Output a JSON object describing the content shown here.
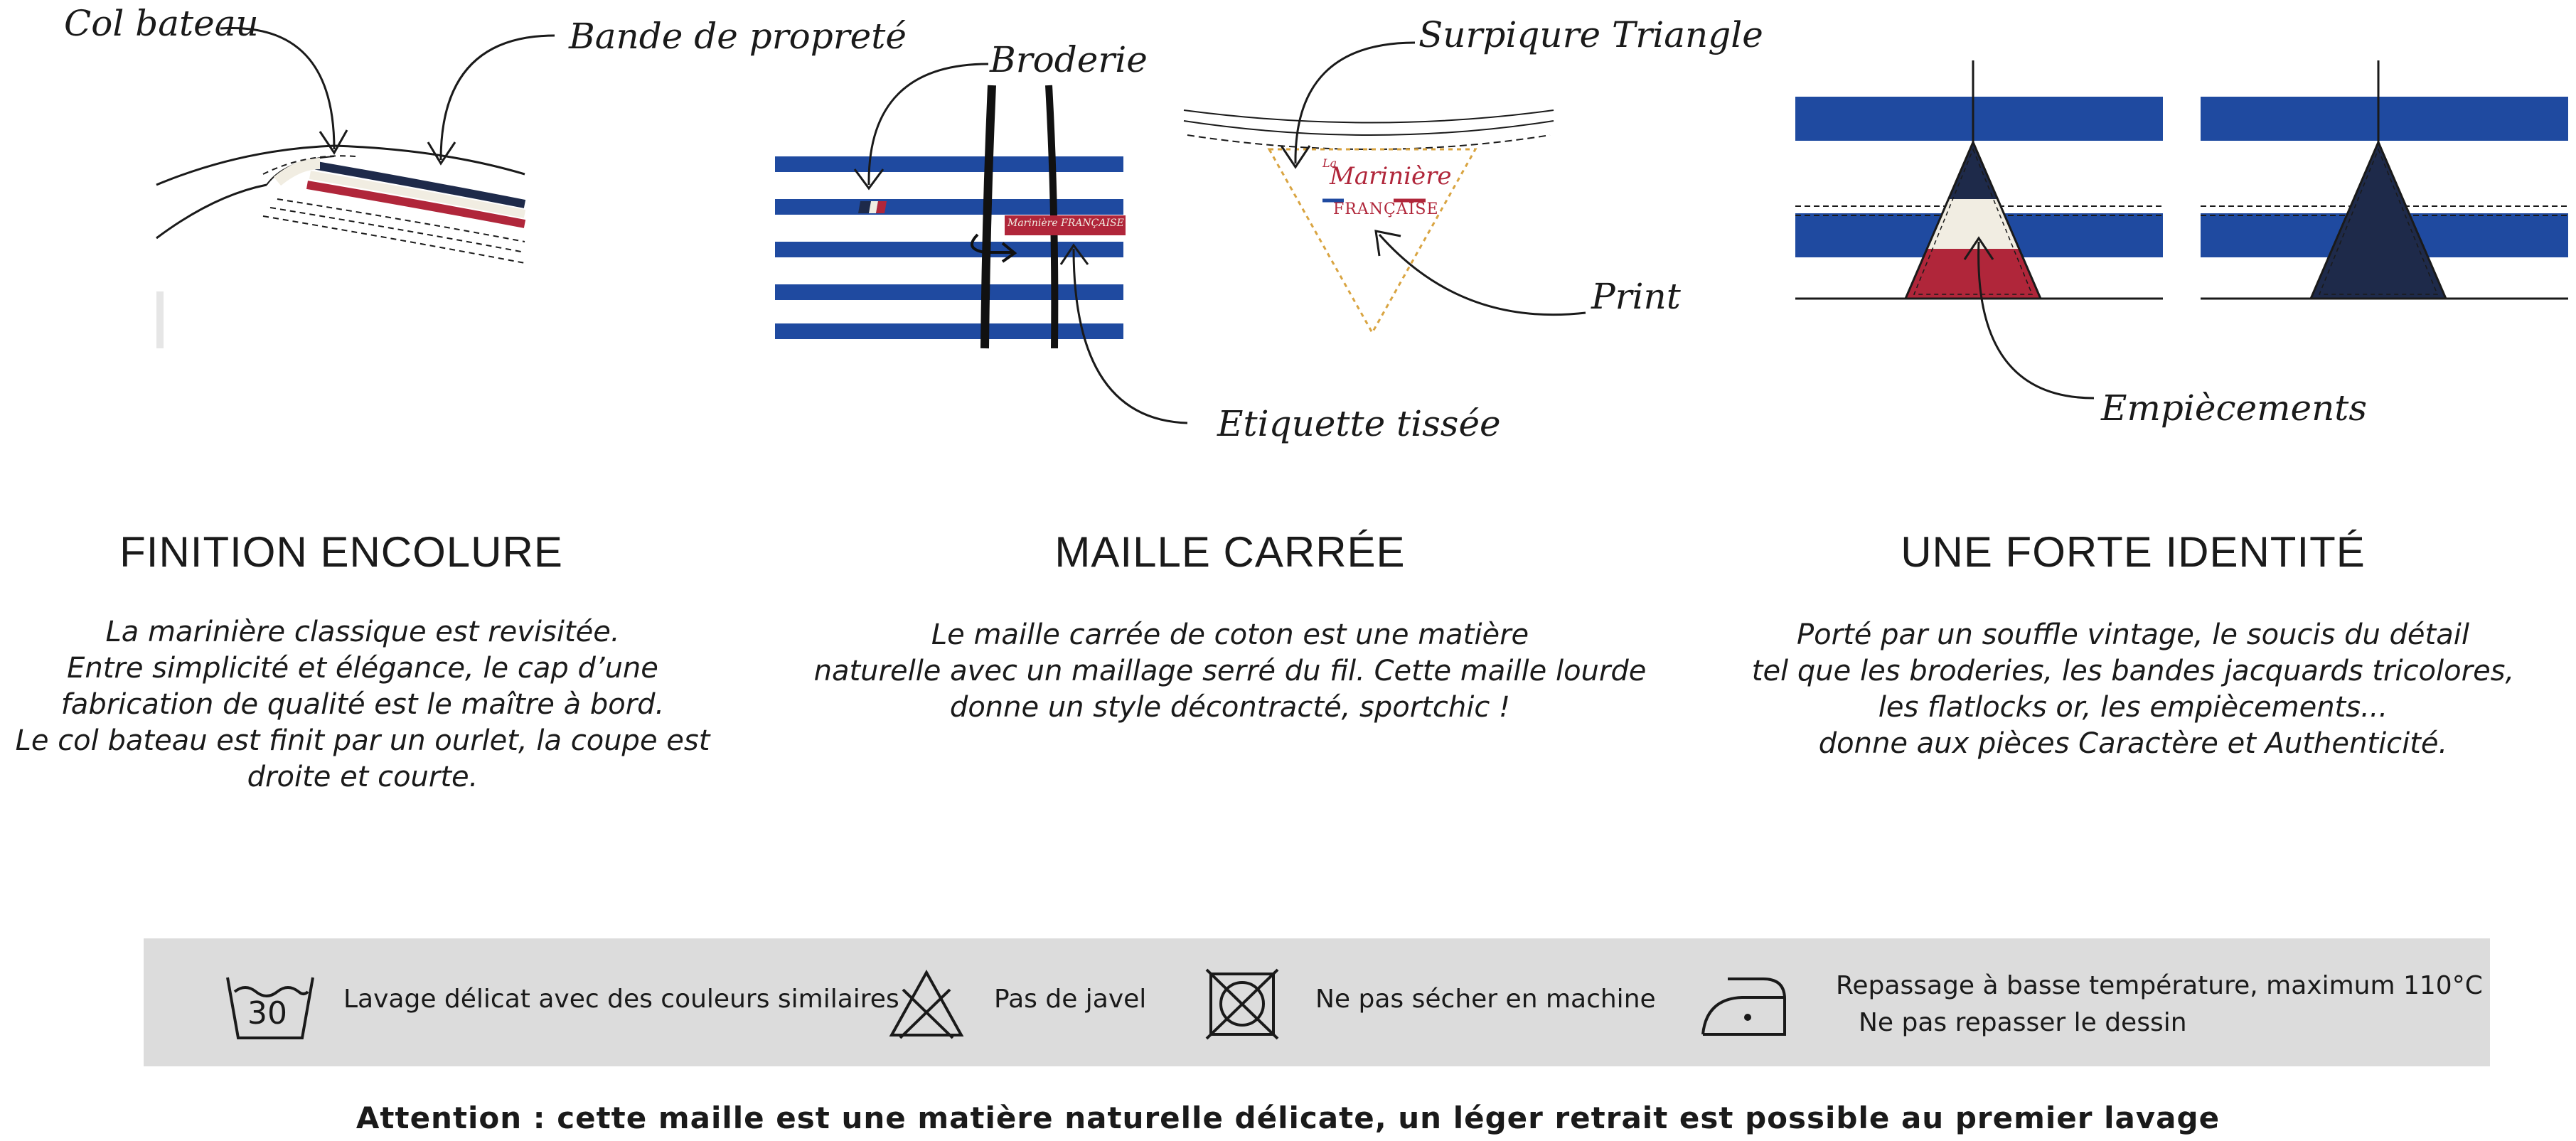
{
  "annotations": {
    "col_bateau": "Col bateau",
    "bande_proprete": "Bande de propreté",
    "broderie": "Broderie",
    "surpiqure_triangle": "Surpiqure Triangle",
    "print": "Print",
    "etiquette_tissee": "Etiquette tissée",
    "empiecements": "Empiècements"
  },
  "illustration_text": {
    "label_brand": "Marinière FRANÇAISE",
    "print_line1": "Marinière",
    "print_line2": "FRANÇAISE",
    "print_prefix": "La"
  },
  "sections": [
    {
      "title": "FINITION ENCOLURE",
      "lines": [
        "La marinière classique est revisitée.",
        "Entre simplicité et élégance, le cap d’une",
        "fabrication de qualité est le maître à bord.",
        "Le col bateau est finit par un ourlet, la coupe est",
        "droite et courte."
      ]
    },
    {
      "title": "MAILLE CARRÉE",
      "lines": [
        "Le maille carrée de coton est une matière",
        "naturelle avec un maillage serré du fil. Cette maille lourde",
        "donne un style décontracté, sportchic !"
      ]
    },
    {
      "title": "UNE FORTE IDENTITÉ",
      "lines": [
        "Porté par un souffle vintage, le soucis du détail",
        "tel que les broderies, les bandes jacquards tricolores,",
        "les flatlocks or, les empiècements...",
        "donne aux pièces Caractère et Authenticité."
      ]
    }
  ],
  "care": {
    "wash_temp": "30",
    "wash": "Lavage délicat avec des couleurs similaires",
    "bleach": "Pas de javel",
    "dry": "Ne pas sécher en machine",
    "iron_line1": "Repassage à basse température, maximum 110°C",
    "iron_line2": "Ne pas repasser le dessin"
  },
  "warning": "Attention : cette maille est une matière naturelle délicate, un léger retrait est possible au premier lavage",
  "colors": {
    "navy": "#1e2a4a",
    "blue": "#1f4aa0",
    "red": "#b0263a",
    "cream": "#f1ede2",
    "gold": "#d9a441",
    "grey_bar": "#dcdcdc"
  }
}
